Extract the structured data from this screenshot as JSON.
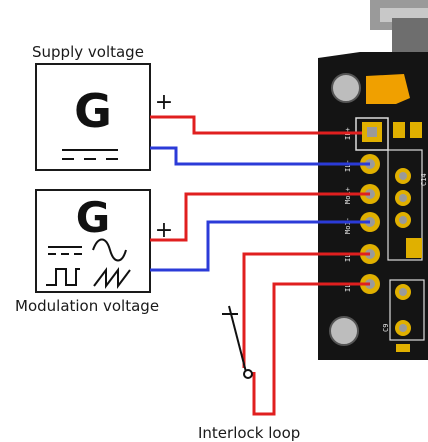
{
  "labels": {
    "supply_voltage": "Supply voltage",
    "modulation_voltage": "Modulation voltage",
    "interlock_loop": "Interlock loop"
  },
  "generators": {
    "supply": {
      "symbol": "G",
      "plus_sign": "+"
    },
    "modulation": {
      "symbol": "G",
      "plus_sign": "+"
    }
  },
  "pin_labels": [
    "IL+",
    "IL-",
    "Mo1+",
    "Mo1-",
    "IL",
    "IL"
  ],
  "board_labels": [
    "C9",
    "C14"
  ],
  "colors": {
    "positive_wire": "#e01f1f",
    "negative_wire": "#2b3bd8",
    "interlock_wire": "#e01f1f",
    "pcb": "#141414",
    "pad": "#e0b000",
    "pad_center": "#9a9a9a",
    "board_background": "#8a8a8a",
    "connector_orange": "#f0a000"
  },
  "icons": {
    "dc_symbol": "dc-icon",
    "ac_symbol": "ac-icon",
    "square_wave": "square-wave-icon",
    "sawtooth_wave": "sawtooth-wave-icon",
    "switch": "switch-icon"
  }
}
